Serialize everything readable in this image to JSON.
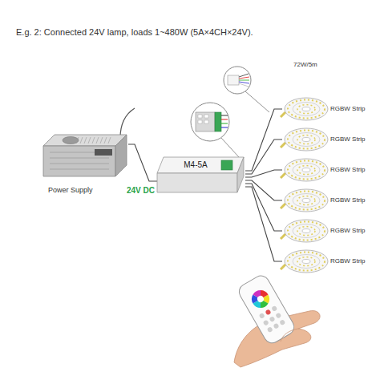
{
  "diagram": {
    "title": "E.g. 2: Connected 24V lamp, loads 1~480W (5A×4CH×24V).",
    "nodes": [
      {
        "text": [
          "Power Supply"
        ]
      },
      {
        "text": [
          "M4-5A"
        ]
      },
      {
        "text": [
          "RGBW Strip"
        ]
      },
      {
        "text": [
          "RGBW Strip"
        ]
      },
      {
        "text": [
          "RGBW Strip"
        ]
      },
      {
        "text": [
          "RGBW Strip"
        ]
      },
      {
        "text": [
          "RGBW Strip"
        ]
      },
      {
        "text": [
          "RGBW Strip"
        ]
      }
    ],
    "edges": [
      {
        "from": 0,
        "to": 1,
        "label": "24V DC",
        "arrow": "none"
      },
      {
        "from": 1,
        "to": 2,
        "arrow": "none"
      },
      {
        "from": 1,
        "to": 3,
        "arrow": "none"
      },
      {
        "from": 1,
        "to": 4,
        "arrow": "none"
      },
      {
        "from": 1,
        "to": 5,
        "arrow": "none"
      },
      {
        "from": 1,
        "to": 6,
        "arrow": "none"
      },
      {
        "from": 1,
        "to": 7,
        "arrow": "none"
      }
    ],
    "labels": [
      "72W/5m"
    ]
  }
}
